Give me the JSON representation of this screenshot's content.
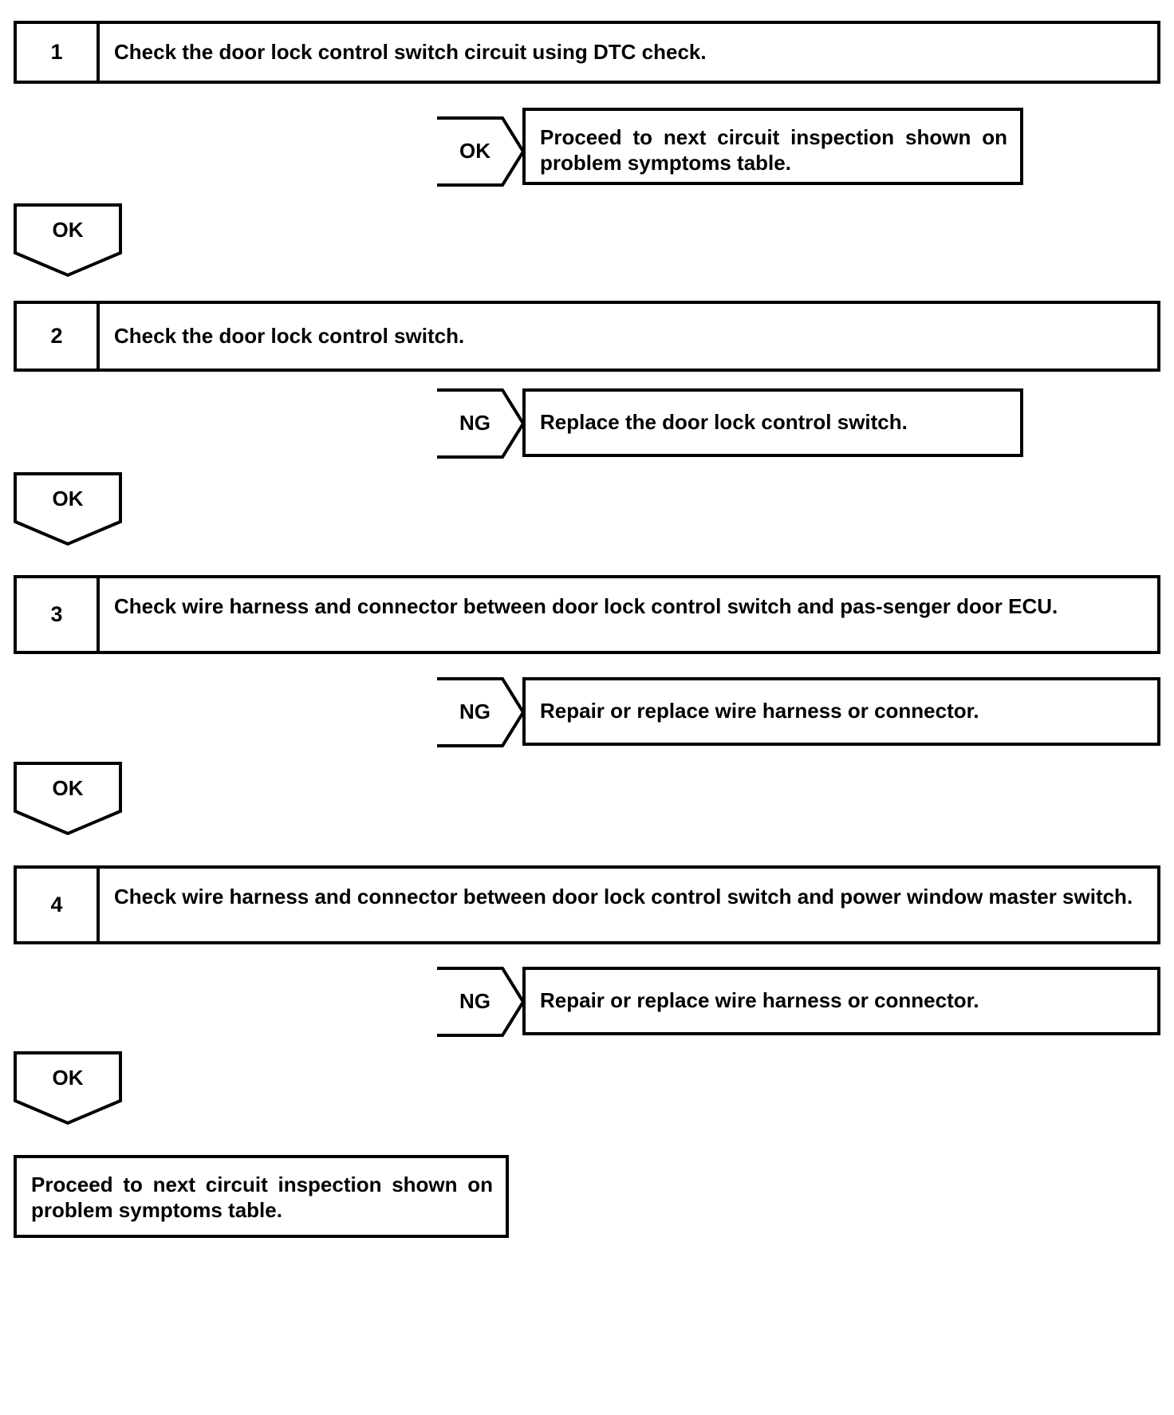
{
  "document": {
    "type": "troubleshooting-flowchart",
    "title": "Door lock control switch circuit inspection"
  },
  "steps": [
    {
      "number": "1",
      "text": "Check the door lock control switch circuit using DTC check.",
      "branch_label": "OK",
      "branch_result": "Proceed to next circuit inspection shown on problem symptoms table.",
      "continue_label": "OK"
    },
    {
      "number": "2",
      "text": "Check the door lock control switch.",
      "branch_label": "NG",
      "branch_result": "Replace the door lock control switch.",
      "continue_label": "OK"
    },
    {
      "number": "3",
      "text": "Check wire harness and connector between door lock control switch and pas-senger door ECU.",
      "branch_label": "NG",
      "branch_result": "Repair or replace wire harness or connector.",
      "continue_label": "OK"
    },
    {
      "number": "4",
      "text": "Check wire harness and connector between door lock control switch and power window master switch.",
      "branch_label": "NG",
      "branch_result": "Repair or replace wire harness or connector.",
      "continue_label": "OK"
    }
  ],
  "final": {
    "text": "Proceed to next circuit inspection shown on problem symptoms table."
  },
  "colors": {
    "line": "#000000",
    "background": "#ffffff",
    "text": "#000000"
  }
}
